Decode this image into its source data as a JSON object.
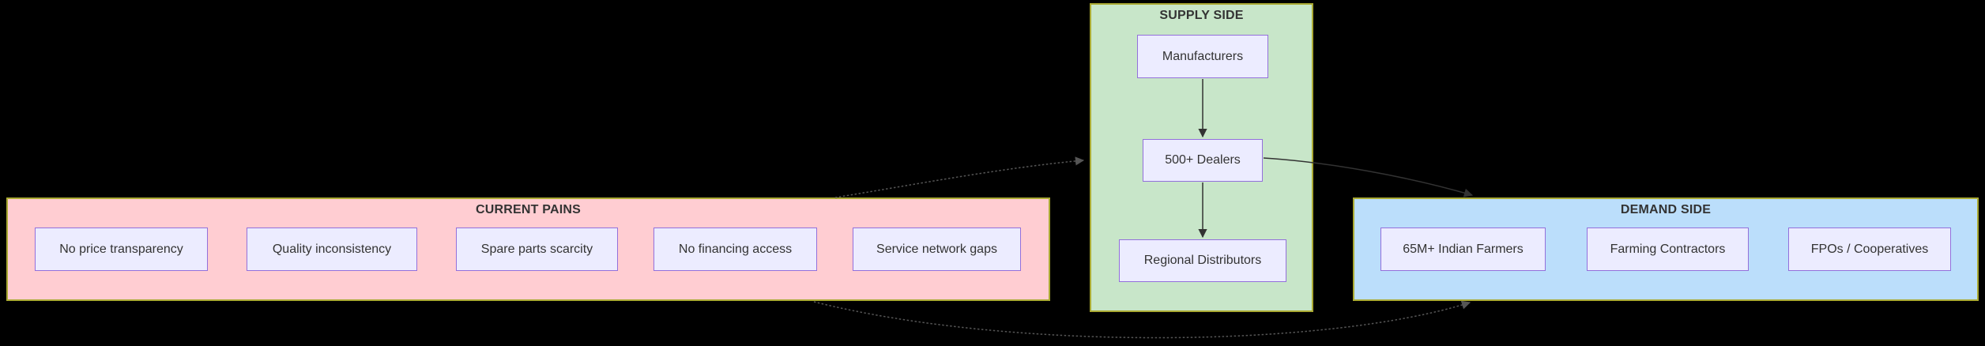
{
  "diagram": {
    "clusters": {
      "pains": {
        "title": "CURRENT PAINS",
        "fill": "#ffcdd2",
        "nodes": [
          {
            "label": "No price transparency"
          },
          {
            "label": "Quality inconsistency"
          },
          {
            "label": "Spare parts scarcity"
          },
          {
            "label": "No financing access"
          },
          {
            "label": "Service network gaps"
          }
        ]
      },
      "supply": {
        "title": "SUPPLY SIDE",
        "fill": "#c8e6c9",
        "nodes": [
          {
            "label": "Manufacturers"
          },
          {
            "label": "500+ Dealers"
          },
          {
            "label": "Regional Distributors"
          }
        ]
      },
      "demand": {
        "title": "DEMAND SIDE",
        "fill": "#bbdefb",
        "nodes": [
          {
            "label": "65M+ Indian Farmers"
          },
          {
            "label": "Farming Contractors"
          },
          {
            "label": "FPOs / Cooperatives"
          }
        ]
      }
    },
    "edges": [
      {
        "from": "Manufacturers",
        "to": "500+ Dealers",
        "style": "solid-arrow"
      },
      {
        "from": "500+ Dealers",
        "to": "Regional Distributors",
        "style": "solid-arrow"
      },
      {
        "from": "500+ Dealers",
        "to": "DEMAND SIDE",
        "style": "solid-arrow"
      },
      {
        "from": "CURRENT PAINS",
        "to": "SUPPLY SIDE",
        "style": "dotted-arrow"
      },
      {
        "from": "CURRENT PAINS",
        "to": "DEMAND SIDE",
        "style": "dotted-arrow"
      }
    ],
    "colors": {
      "background": "#000000",
      "cluster_border": "#aaaa33",
      "pains_fill": "#ffcdd2",
      "supply_fill": "#c8e6c9",
      "demand_fill": "#bbdefb",
      "node_fill": "#ececff",
      "node_border": "#9370db",
      "text": "#333333",
      "edge_solid": "#333333",
      "edge_dotted": "#555555"
    }
  }
}
